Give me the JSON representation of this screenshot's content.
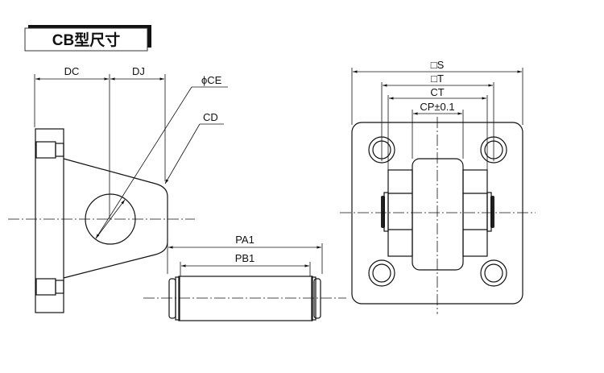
{
  "title": "CB型尺寸",
  "side_view": {
    "dc": "DC",
    "dj": "DJ",
    "ce": "ϕCE",
    "cd": "CD"
  },
  "pin_view": {
    "pa1": "PA1",
    "pb1": "PB1"
  },
  "front_view": {
    "s": "□S",
    "t": "□T",
    "ct": "CT",
    "cp": "CP±0.1"
  }
}
